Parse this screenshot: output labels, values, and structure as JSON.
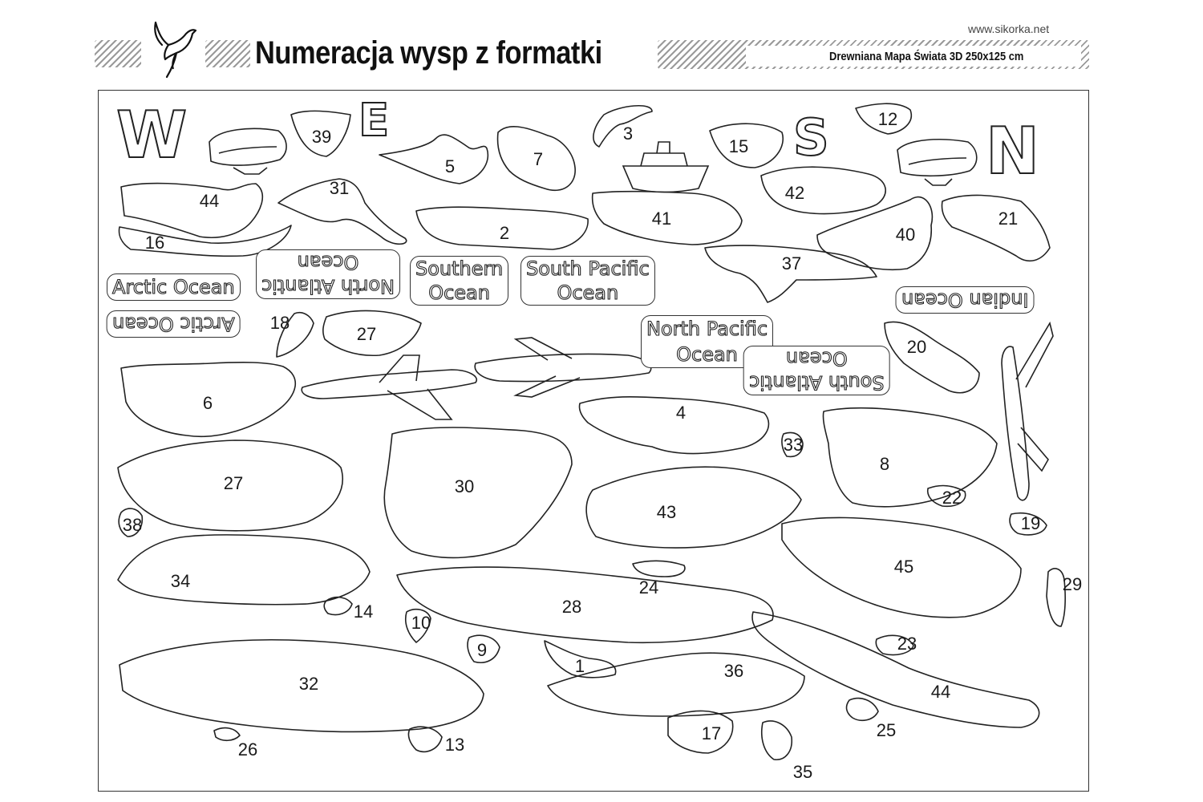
{
  "header": {
    "title": "Numeracja wysp z formatki",
    "website": "www.sikorka.net",
    "subtitle": "Drewniana Mapa Świata 3D 250x125 cm"
  },
  "compass_letters": [
    "W",
    "E",
    "S",
    "N"
  ],
  "ocean_labels": {
    "arctic_1": "Arctic Ocean",
    "arctic_2": "Arctic Ocean",
    "north_atlantic_1": "North Atlantic",
    "north_atlantic_2": "Ocean",
    "southern_1": "Southern",
    "southern_2": "Ocean",
    "south_pacific_1": "South Pacific",
    "south_pacific_2": "Ocean",
    "north_pacific_1": "North Pacific",
    "north_pacific_2": "Ocean",
    "south_atlantic_1": "South Atlantic",
    "south_atlantic_2": "Ocean",
    "indian": "Indian Ocean"
  },
  "island_numbers": {
    "n39": "39",
    "n5": "5",
    "n7": "7",
    "n3": "3",
    "n15": "15",
    "n12": "12",
    "n44a": "44",
    "n31": "31",
    "n42": "42",
    "n41": "41",
    "n21": "21",
    "n2": "2",
    "n16": "16",
    "n40": "40",
    "n37": "37",
    "n18": "18",
    "n27a": "27",
    "n20": "20",
    "n6": "6",
    "n4": "4",
    "n33": "33",
    "n8": "8",
    "n27b": "27",
    "n30": "30",
    "n43": "43",
    "n22": "22",
    "n38": "38",
    "n19": "19",
    "n34": "34",
    "n45": "45",
    "n24": "24",
    "n29": "29",
    "n28": "28",
    "n14": "14",
    "n10": "10",
    "n23": "23",
    "n9": "9",
    "n1": "1",
    "n36": "36",
    "n32": "32",
    "n44b": "44",
    "n25": "25",
    "n17": "17",
    "n13": "13",
    "n26": "26",
    "n35": "35"
  }
}
